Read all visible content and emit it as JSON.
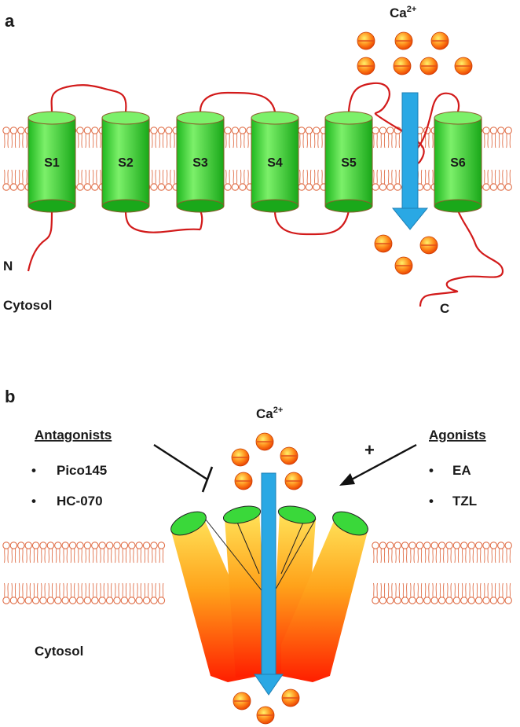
{
  "panel_a": {
    "label": "a",
    "ion": "Ca",
    "ion_charge": "2+",
    "segments": [
      "S1",
      "S2",
      "S3",
      "S4",
      "S5",
      "S6"
    ],
    "n_terminus": "N",
    "c_terminus": "C",
    "compartment": "Cytosol"
  },
  "panel_b": {
    "label": "b",
    "ion": "Ca",
    "ion_charge": "2+",
    "antagonists": {
      "title": "Antagonists",
      "items": [
        "Pico145",
        "HC-070"
      ]
    },
    "agonists": {
      "title": "Agonists",
      "items": [
        "EA",
        "TZL"
      ]
    },
    "plus_sign": "+",
    "bullet": "•",
    "compartment": "Cytosol"
  },
  "colors": {
    "membrane": "#e0704a",
    "helix": "#3ad83a",
    "loop": "#d21a1a",
    "arrow": "#2aa8e4",
    "ion": "#ff6a00",
    "channel_top": "#ffd23c",
    "channel_bottom": "#ff2a00"
  }
}
